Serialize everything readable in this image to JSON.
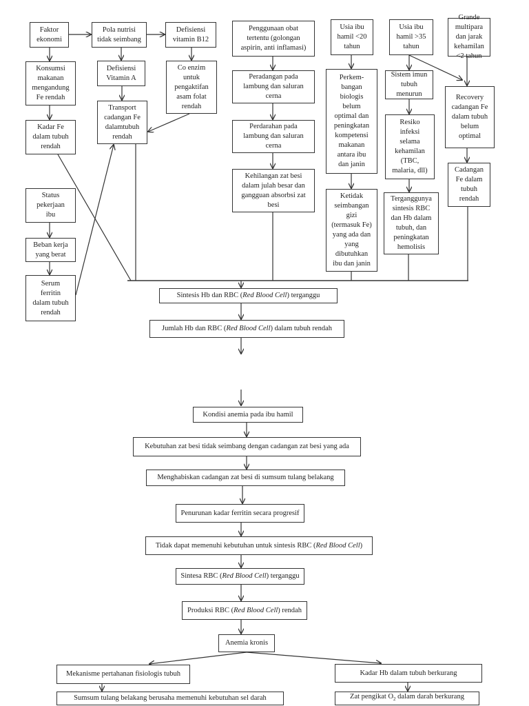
{
  "boxes": {
    "faktor_ekonomi": "Faktor\nekonomi",
    "pola_nutrisi": "Pola nutrisi\ntidak seimbang",
    "defisiensi_b12": "Defisiensi\nvitamin B12",
    "konsumsi": "Konsumsi\nmakanan\nmengandung\nFe rendah",
    "defisiensi_a": "Defisiensi\nVitamin A",
    "co_enzim": "Co enzim\nuntuk\npengaktifan\nasam folat\nrendah",
    "kadar_fe": "Kadar Fe\ndalam tubuh\nrendah",
    "transport": "Transport\ncadangan Fe\ndalamtubuh\nrendah",
    "obat": "Penggunaan obat\ntertentu (golongan\naspirin, anti inflamasi)",
    "usia_20": "Usia ibu\nhamil  <20\ntahun",
    "usia_35": "Usia ibu\nhamil  >35\ntahun",
    "grande": "Grande\nmultipara\ndan jarak\nkehamilan\n<2 tahun",
    "peradangan": "Peradangan pada\nlambung dan saluran\ncerna",
    "perkembangan": "Perkem-\nbangan\nbiologis\nbelum\noptimal dan\npeningkatan\nkompetensi\nmakanan\nantara ibu\ndan janin",
    "imun": "Sistem imun\ntubuh\nmenurun",
    "recovery": "Recovery\ncadangan Fe\ndalam tubuh\nbelum\noptimal",
    "perdarahan": "Perdarahan pada\nlambung dan saluran\ncerna",
    "resiko": "Resiko\ninfeksi\nselama\nkehamilan\n(TBC,\nmalaria, dll)",
    "kehilangan": "Kehilangan zat besi\ndalam julah besar dan\ngangguan absorbsi zat\nbesi",
    "ketidak": "Ketidak\nseimbangan\ngizi\n(termasuk Fe)\nyang ada dan\nyang\ndibutuhkan\nibu dan janin",
    "terganggunya": "Terganggunya\nsintesis RBC\ndan Hb dalam\ntubuh, dan\npeningkatan\nhemolisis",
    "cadangan": "Cadangan\nFe dalam\ntubuh\nrendah",
    "status": "Status\npekerjaan\nibu",
    "beban": "Beban kerja\nyang berat",
    "serum": "Serum\nferritin\ndalam tubuh\nrendah",
    "sintesis_a": "Sintesis Hb dan RBC (",
    "sintesis_i": "Red Blood Cell",
    "sintesis_b": ") terganggu",
    "jumlah_a": "Jumlah Hb dan RBC (",
    "jumlah_i": "Red Blood Cell",
    "jumlah_b": ") dalam tubuh rendah",
    "kondisi": "Kondisi anemia pada ibu hamil",
    "kebutuhan": "Kebutuhan zat besi tidak seimbang dengan cadangan zat besi yang ada",
    "menghabiskan": "Menghabiskan cadangan zat besi di sumsum tulang belakang",
    "penurunan": "Penurunan kadar ferritin secara progresif",
    "tidak_a": "Tidak dapat memenuhi kebutuhan untuk sintesis RBC (",
    "tidak_i": "Red Blood Cell",
    "tidak_b": ")",
    "sintesa_a": "Sintesa RBC (",
    "sintesa_i": "Red Blood Cell",
    "sintesa_b": ") terganggu",
    "produksi_a": "Produksi RBC (",
    "produksi_i": "Red Blood Cell",
    "produksi_b": ") rendah",
    "anemia": "Anemia kronis",
    "mekanisme": "Mekanisme pertahanan fisiologis tubuh",
    "kadar_hb": "Kadar Hb dalam tubuh berkurang",
    "sumsum": "Sumsum tulang belakang berusaha memenuhi kebutuhan sel darah",
    "zat_a": "Zat pengikat O",
    "zat_sub": "2",
    "zat_b": " dalam darah berkurang"
  }
}
